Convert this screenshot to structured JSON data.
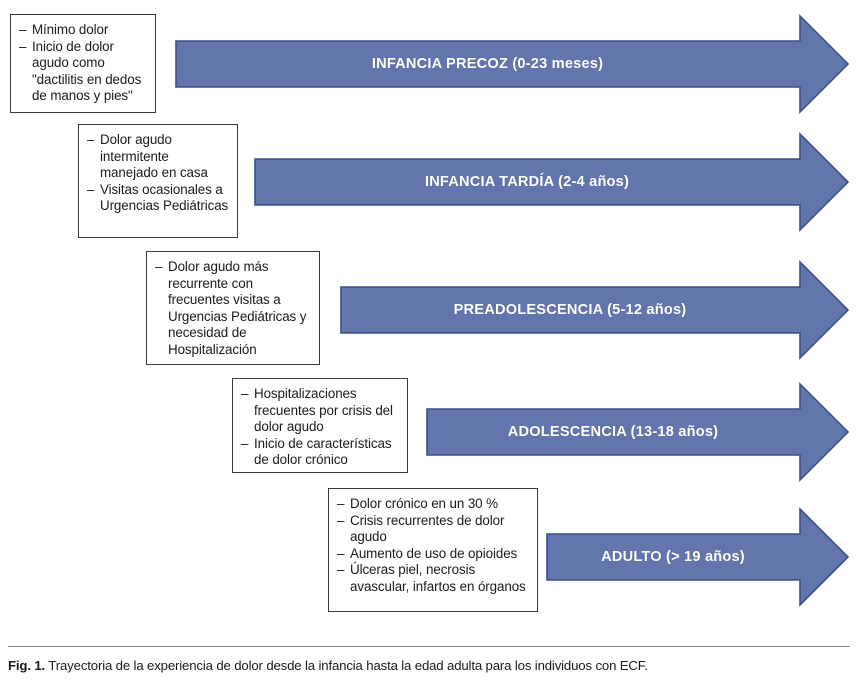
{
  "figure": {
    "caption_label": "Fig. 1.",
    "caption_text": "Trayectoria de la experiencia de dolor desde la infancia hasta la edad adulta para los individuos con ECF."
  },
  "colors": {
    "arrow_fill": "#6275ac",
    "arrow_stroke": "#3c4f86",
    "box_border": "#3a3a3a",
    "text": "#1b1b1b",
    "arrow_label_text": "#ffffff"
  },
  "stages": [
    {
      "id": "infancia-precoz",
      "arrow_label": "INFANCIA PRECOZ (0-23 meses)",
      "stage_name": "INFANCIA PRECOZ",
      "age_range": "0-23 meses",
      "notes": [
        "Mínimo dolor",
        "Inicio de dolor agudo como \"dactilitis en dedos de manos y pies\""
      ]
    },
    {
      "id": "infancia-tardia",
      "arrow_label": "INFANCIA TARDÍA (2-4 años)",
      "stage_name": "INFANCIA TARDÍA",
      "age_range": "2-4 años",
      "notes": [
        "Dolor agudo intermitente manejado en casa",
        "Visitas ocasionales a Urgencias Pediátricas"
      ]
    },
    {
      "id": "preadolescencia",
      "arrow_label": "PREADOLESCENCIA (5-12 años)",
      "stage_name": "PREADOLESCENCIA",
      "age_range": "5-12 años",
      "notes": [
        "Dolor agudo más recurrente con frecuentes visitas a Urgencias Pediátricas y necesidad de Hospitalización"
      ]
    },
    {
      "id": "adolescencia",
      "arrow_label": "ADOLESCENCIA (13-18 años)",
      "stage_name": "ADOLESCENCIA",
      "age_range": "13-18 años",
      "notes": [
        "Hospitalizaciones frecuentes por crisis del dolor agudo",
        "Inicio de características de dolor crónico"
      ]
    },
    {
      "id": "adulto",
      "arrow_label": "ADULTO (> 19 años)",
      "stage_name": "ADULTO",
      "age_range": "> 19 años",
      "notes": [
        "Dolor crónico en un 30 %",
        "Crisis recurrentes de dolor agudo",
        "Aumento de uso de opioides",
        "Úlceras piel, necrosis avascular, infartos en órganos"
      ]
    }
  ],
  "bullet_glyph": "–"
}
